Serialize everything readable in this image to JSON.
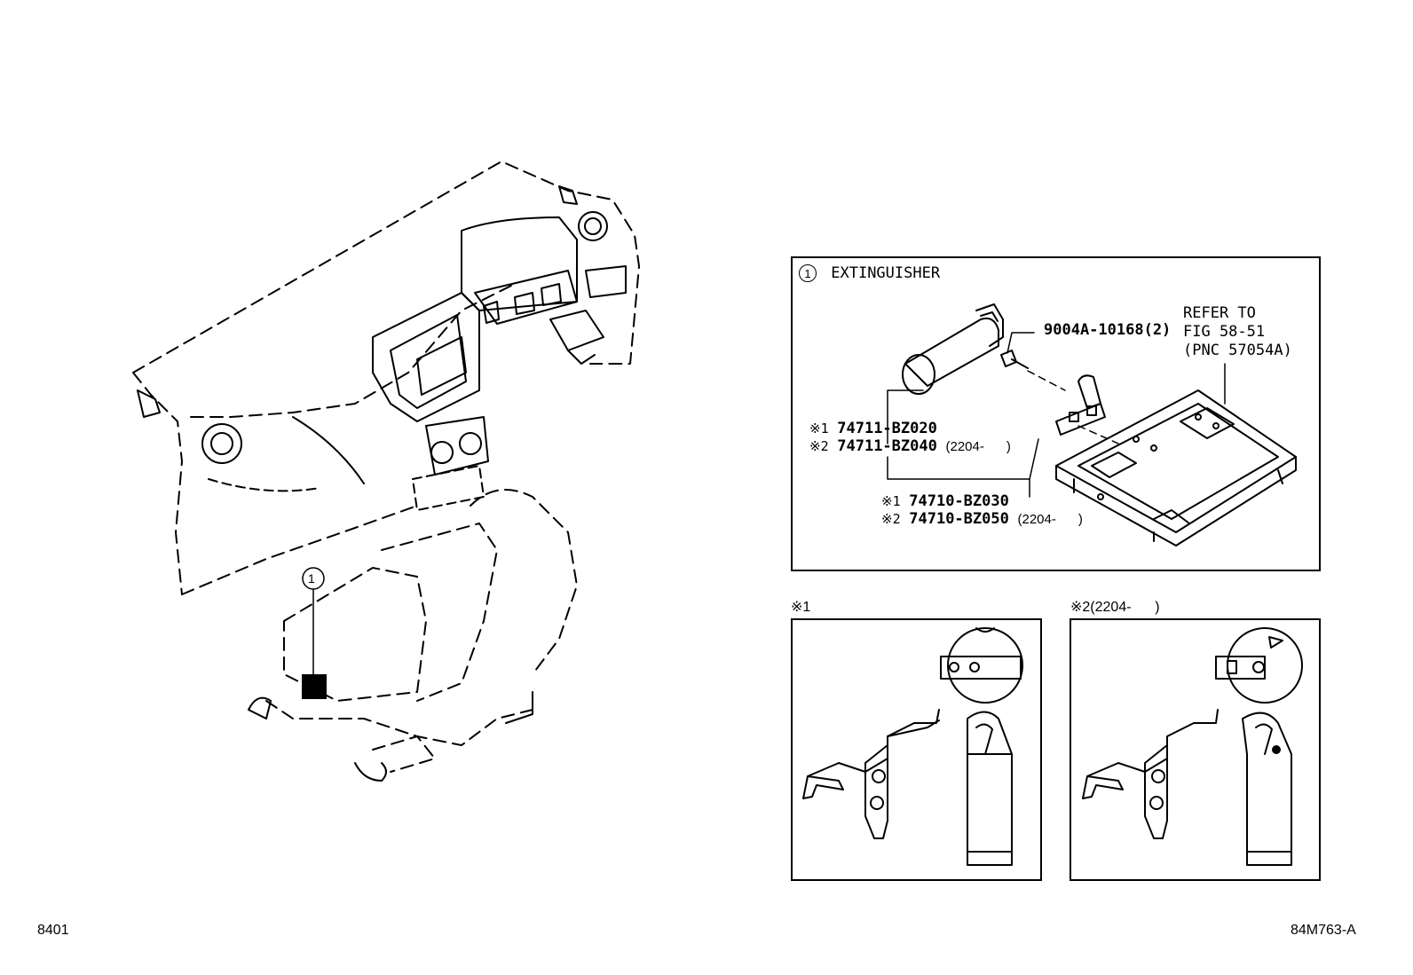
{
  "callout": {
    "number": "1"
  },
  "panel_main": {
    "title": "EXTINGUISHER",
    "bolt_part": "9004A-10168(2)",
    "refer": [
      "REFER TO",
      "FIG 58-51",
      "(PNC 57054A)"
    ],
    "parts_a": [
      {
        "mark": "※1",
        "part": "74711-BZ020",
        "note": ""
      },
      {
        "mark": "※2",
        "part": "74711-BZ040",
        "note": "(2204-      )"
      }
    ],
    "parts_b": [
      {
        "mark": "※1",
        "part": "74710-BZ030",
        "note": ""
      },
      {
        "mark": "※2",
        "part": "74710-BZ050",
        "note": "(2204-      )"
      }
    ]
  },
  "detail_1": {
    "label": "※1"
  },
  "detail_2": {
    "label": "※2(2204-      )"
  },
  "footer": {
    "left": "8401",
    "right": "84M763-A"
  }
}
